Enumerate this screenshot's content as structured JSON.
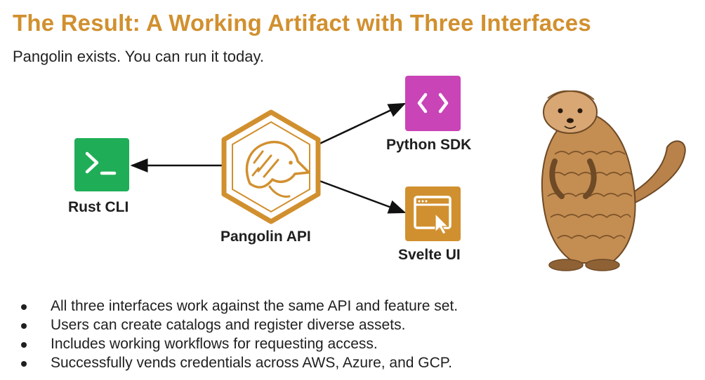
{
  "slide": {
    "title": "The Result: A Working Artifact with Three Interfaces",
    "subtitle": "Pangolin exists. You can run it today."
  },
  "diagram": {
    "center": {
      "label": "Pangolin API",
      "icon": "pangolin-hexagon-logo",
      "color": "#d1902f"
    },
    "nodes": [
      {
        "label": "Rust CLI",
        "icon": "terminal-icon",
        "color": "#1fae57"
      },
      {
        "label": "Python SDK",
        "icon": "code-brackets-icon",
        "color": "#c944b6"
      },
      {
        "label": "Svelte UI",
        "icon": "browser-window-cursor-icon",
        "color": "#d1902f"
      }
    ]
  },
  "bullets": [
    "All three interfaces work against the same API and feature set.",
    "Users can create catalogs and register diverse assets.",
    "Includes working workflows for requesting access.",
    "Successfully vends credentials across AWS, Azure, and GCP."
  ],
  "illustration": {
    "name": "pangolin-illustration",
    "color": "#b9824a"
  }
}
